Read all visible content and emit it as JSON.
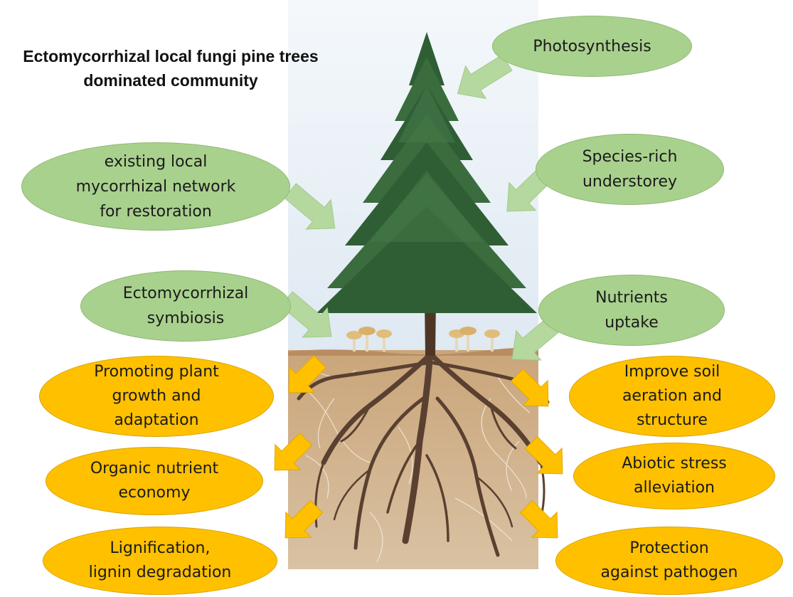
{
  "title": {
    "line1": "Ectomycorrhizal local fungi pine trees",
    "line2": "dominated community"
  },
  "green_bubbles": {
    "photosynthesis": [
      "Photosynthesis"
    ],
    "network": [
      "existing local",
      "mycorrhizal network",
      "for restoration"
    ],
    "understorey": [
      "Species-rich",
      "understorey"
    ],
    "symbiosis": [
      "Ectomycorrhizal",
      "symbiosis"
    ],
    "nutrients": [
      "Nutrients",
      "uptake"
    ]
  },
  "yellow_bubbles": {
    "growth": [
      "Promoting plant",
      "growth and",
      "adaptation"
    ],
    "economy": [
      "Organic nutrient",
      "economy"
    ],
    "lignin": [
      "Lignification,",
      "lignin degradation"
    ],
    "soil": [
      "Improve soil",
      "aeration and",
      "structure"
    ],
    "stress": [
      "Abiotic stress",
      "alleviation"
    ],
    "pathogen": [
      "Protection",
      "against pathogen"
    ]
  },
  "colors": {
    "green_bubble": "#a9d18e",
    "green_arrow": "#b5d89e",
    "yellow_bubble": "#ffc000",
    "yellow_arrow": "#ffc000",
    "soil": "#c8a57a",
    "sky": "#e4edf5",
    "foliage": "#2f5e35",
    "roots": "#5a4030"
  }
}
